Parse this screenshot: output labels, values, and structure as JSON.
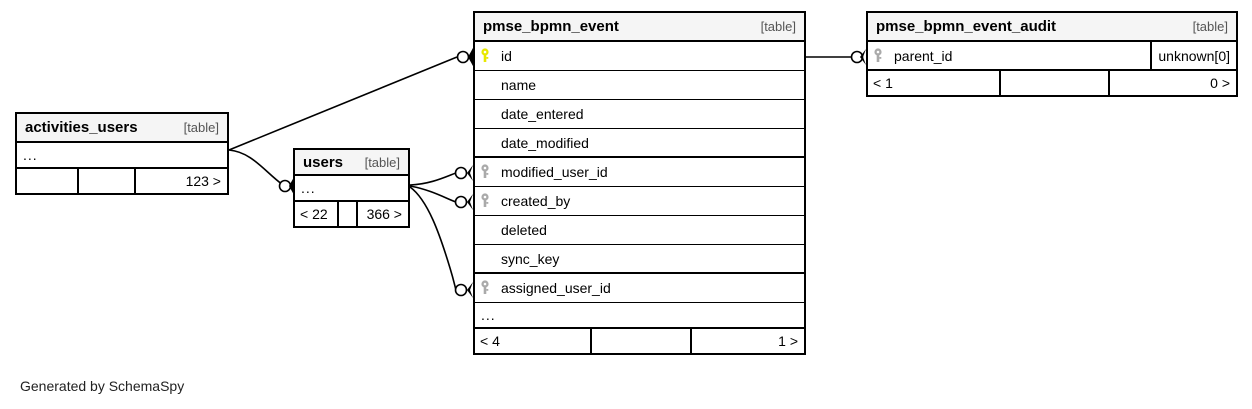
{
  "diagram": {
    "credit": "Generated by SchemaSpy",
    "table_tag": "[table]",
    "ellipsis": "...",
    "icons": {
      "primary_key": "key-icon",
      "foreign_key": "key-icon"
    },
    "colors": {
      "primary_key": "#e8e800",
      "foreign_key": "#aaaaaa",
      "border": "#000000",
      "header_bg": "#f5f5f5",
      "background": "#ffffff"
    }
  },
  "tables": [
    {
      "id": "activities_users",
      "name": "activities_users",
      "tag": "[table]",
      "rows": [],
      "ellipsis": "...",
      "footer": [
        "",
        "",
        "123 >"
      ]
    },
    {
      "id": "users",
      "name": "users",
      "tag": "[table]",
      "rows": [],
      "ellipsis": "...",
      "footer": [
        "< 22",
        "",
        "366 >"
      ]
    },
    {
      "id": "pmse_bpmn_event",
      "name": "pmse_bpmn_event",
      "tag": "[table]",
      "rows": [
        {
          "name": "id",
          "key": "primary"
        },
        {
          "name": "name",
          "key": "none"
        },
        {
          "name": "date_entered",
          "key": "none"
        },
        {
          "name": "date_modified",
          "key": "none"
        },
        {
          "name": "modified_user_id",
          "key": "foreign"
        },
        {
          "name": "created_by",
          "key": "foreign"
        },
        {
          "name": "deleted",
          "key": "none"
        },
        {
          "name": "sync_key",
          "key": "none"
        },
        {
          "name": "assigned_user_id",
          "key": "foreign"
        }
      ],
      "ellipsis": "...",
      "footer": [
        "< 4",
        "",
        "1 >"
      ]
    },
    {
      "id": "pmse_bpmn_event_audit",
      "name": "pmse_bpmn_event_audit",
      "tag": "[table]",
      "rows": [
        {
          "name": "parent_id",
          "key": "foreign",
          "type": "unknown[0]"
        }
      ],
      "footer": [
        "< 1",
        "",
        "0 >"
      ]
    }
  ],
  "relationships": [
    {
      "from": "activities_users",
      "to": "pmse_bpmn_event.id"
    },
    {
      "from": "activities_users",
      "to": "users"
    },
    {
      "from": "users",
      "to": "pmse_bpmn_event.modified_user_id"
    },
    {
      "from": "users",
      "to": "pmse_bpmn_event.created_by"
    },
    {
      "from": "users",
      "to": "pmse_bpmn_event.assigned_user_id"
    },
    {
      "from": "pmse_bpmn_event.id",
      "to": "pmse_bpmn_event_audit.parent_id"
    }
  ]
}
